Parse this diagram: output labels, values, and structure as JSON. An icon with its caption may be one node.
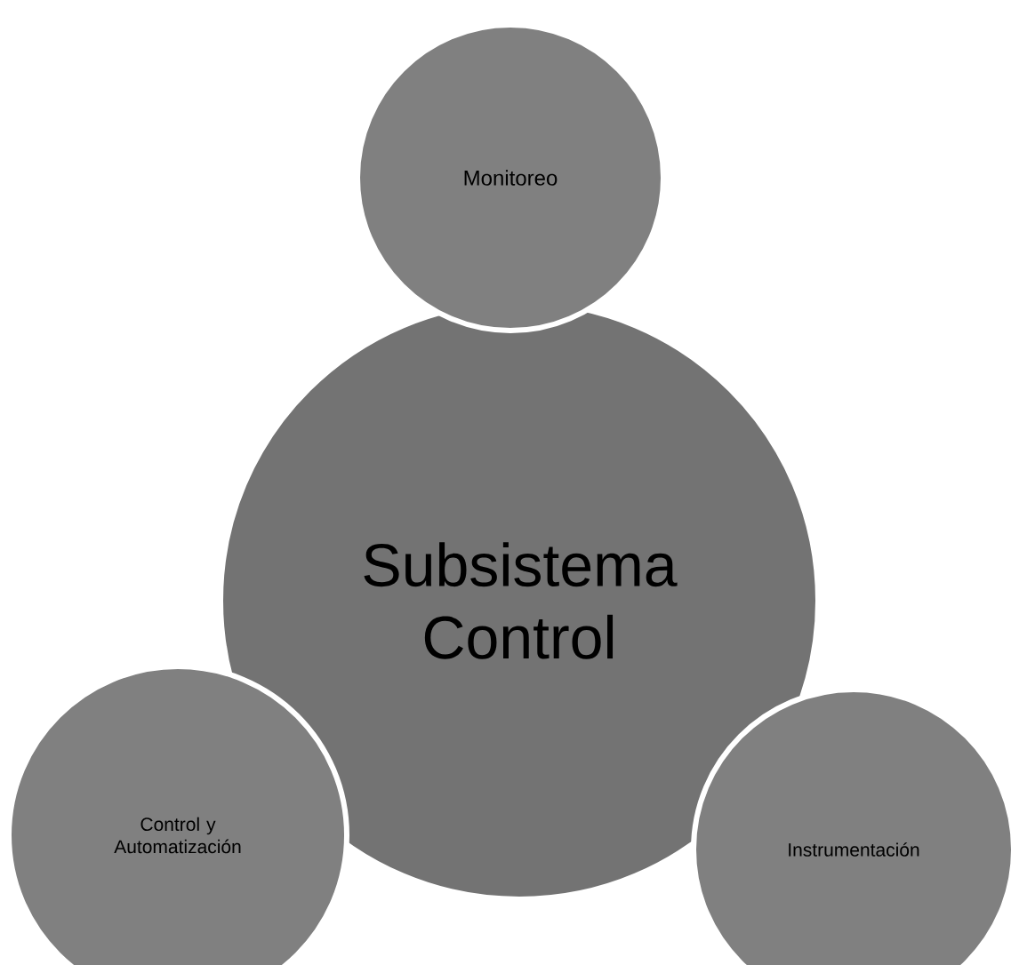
{
  "diagram": {
    "nodes": [
      {
        "text": [
          "Subsistema Control"
        ]
      },
      {
        "text": [
          "Monitoreo"
        ]
      },
      {
        "text": [
          "Control y Automatización"
        ]
      },
      {
        "text": [
          "Instrumentación"
        ]
      }
    ]
  }
}
